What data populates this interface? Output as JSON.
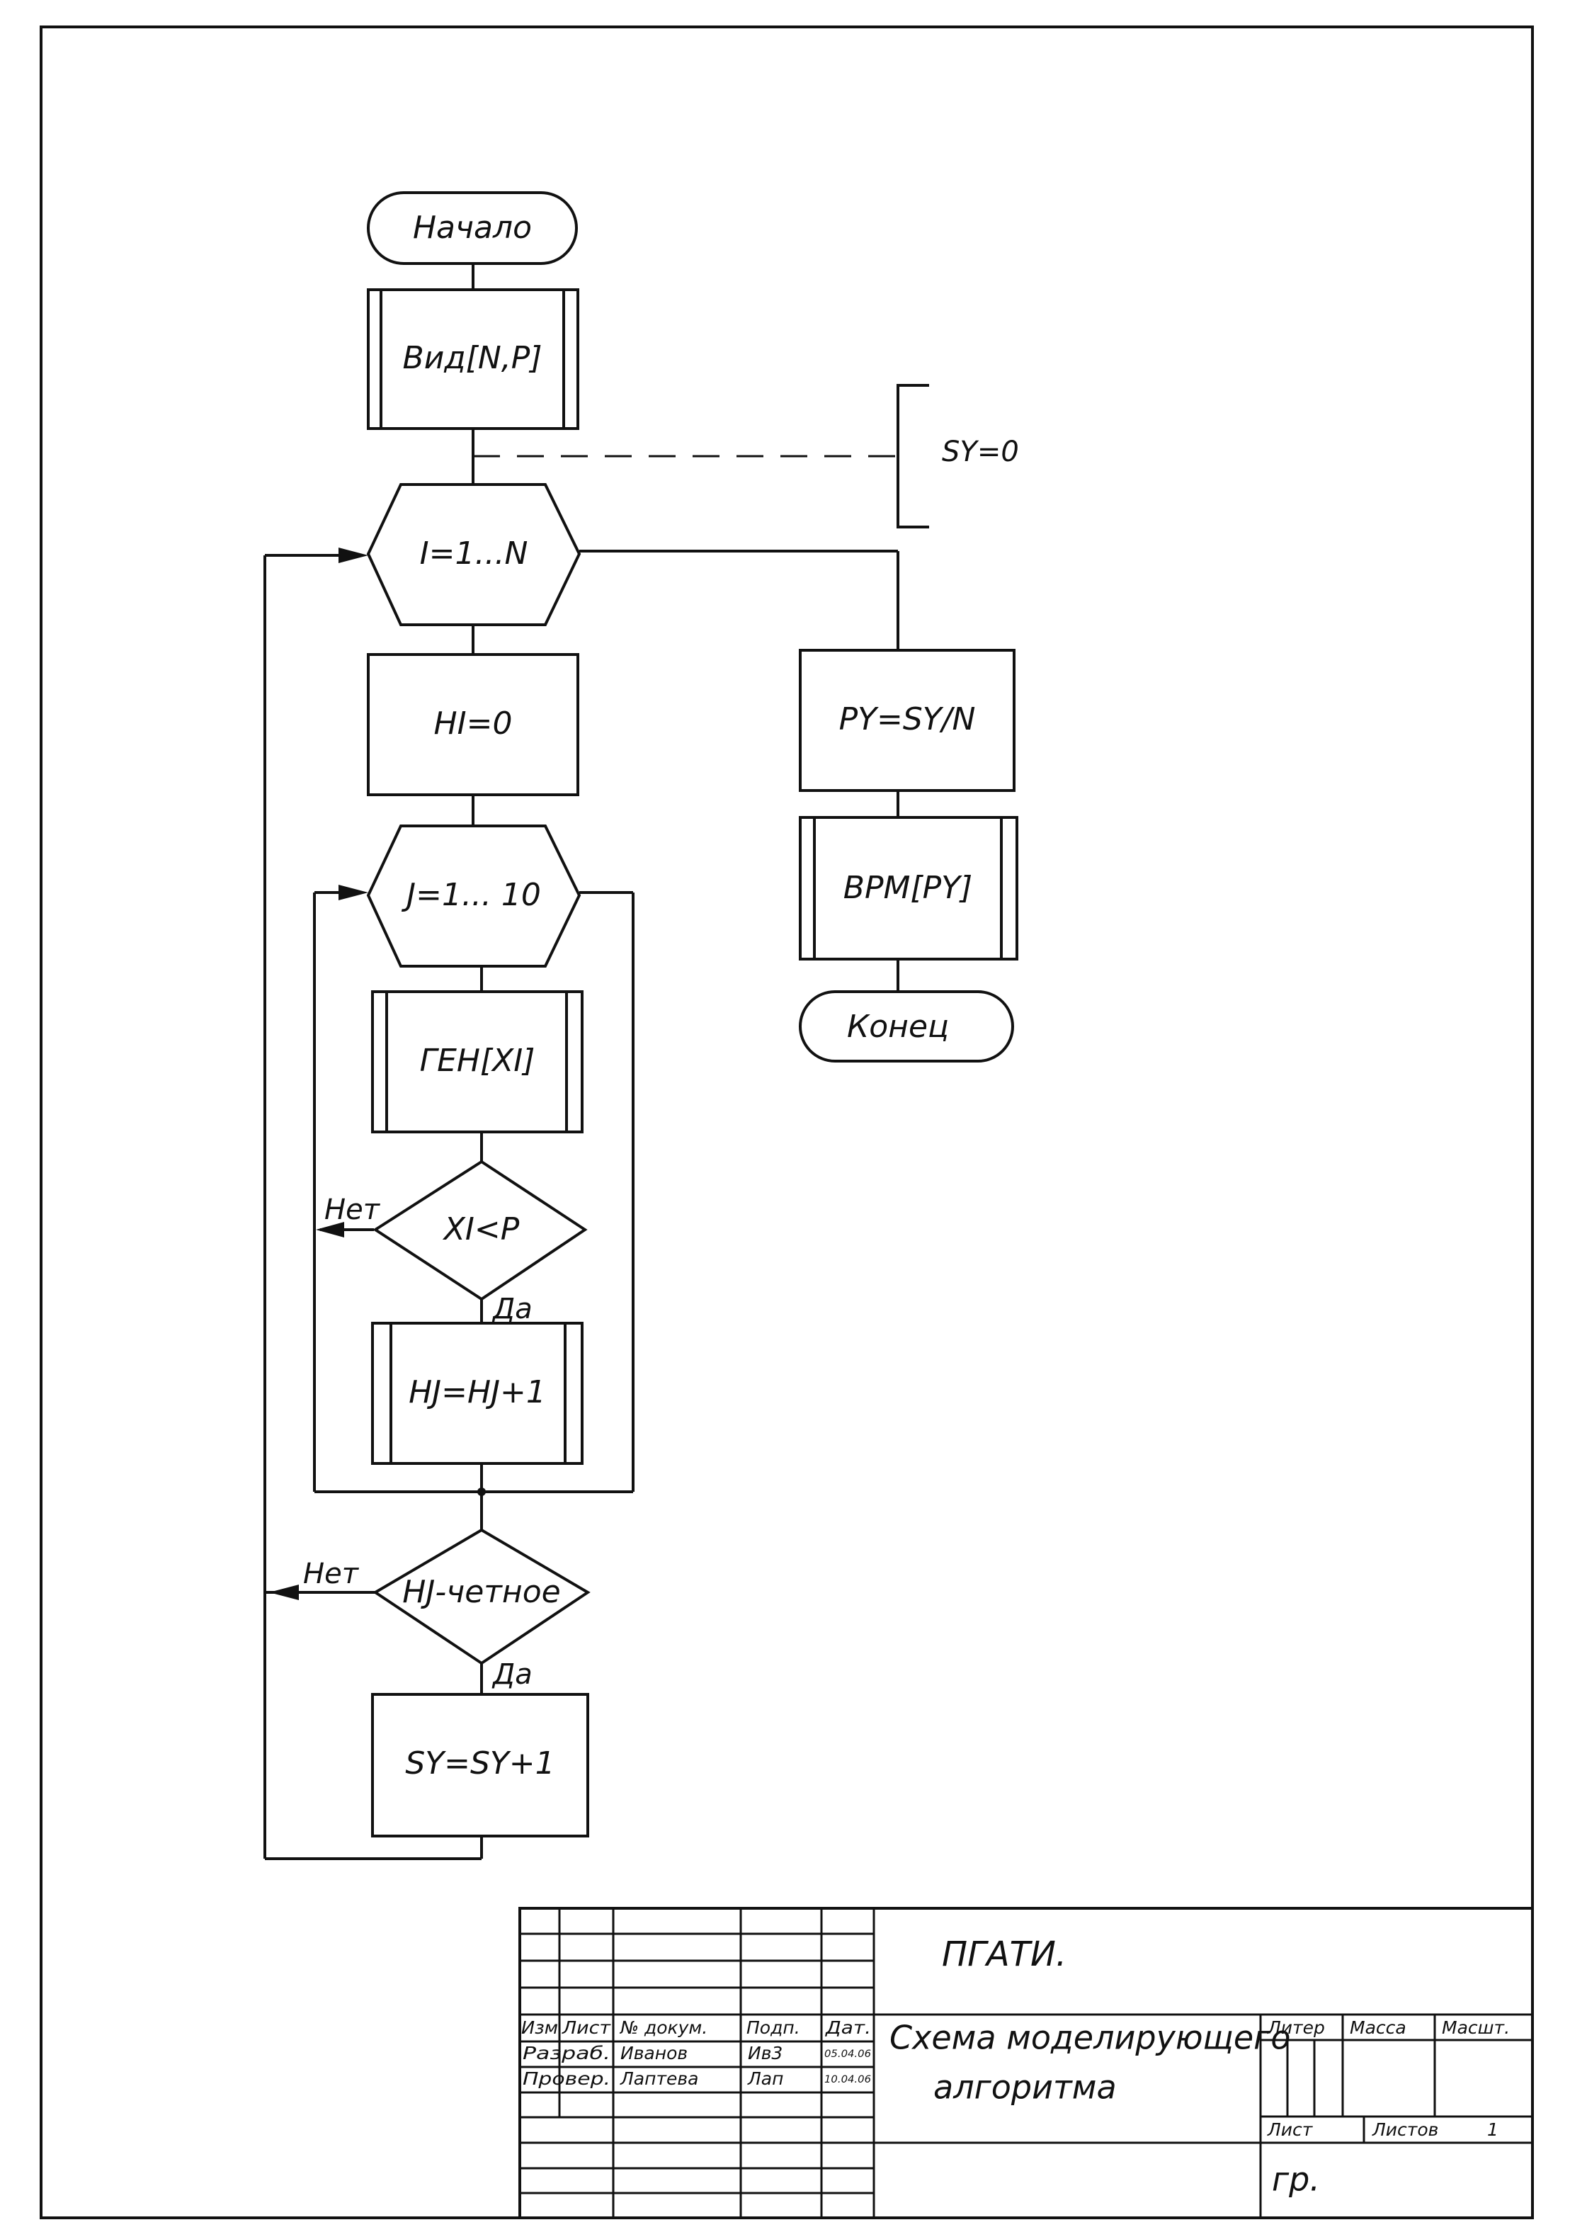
{
  "flowchart": {
    "start": "Начало",
    "input": "Вид[N,P]",
    "comment": "SY=0",
    "outer_loop": "I=1...N",
    "init_h": "HI=0",
    "inner_loop": "J=1... 10",
    "generate": "ГЕН[XI]",
    "cond1": "XI<P",
    "cond1_no": "Нет",
    "cond1_yes": "Да",
    "increment": "HJ=HJ+1",
    "cond2": "HJ-четное",
    "cond2_no": "Нет",
    "cond2_yes": "Да",
    "sum": "SY=SY+1",
    "compute": "PY=SY/N",
    "output": "ВРМ[PY]",
    "end": "Конец"
  },
  "title_block": {
    "org": "ПГАТИ.",
    "title_line1": "Схема моделирующего",
    "title_line2": "алгоритма",
    "head_izm": "Изм",
    "head_list": "Лист",
    "head_doc": "№ докум.",
    "head_sign": "Подп.",
    "head_date": "Дат.",
    "row1_role": "Разраб.",
    "row1_name": "Иванов",
    "row1_sign": "Ив3",
    "row1_date": "05.04.06",
    "row2_role": "Провер.",
    "row2_name": "Лаптева",
    "row2_sign": "Лап",
    "row2_date": "10.04.06",
    "liter": "Литер",
    "mass": "Масса",
    "scale": "Масшт.",
    "sheet": "Лист",
    "sheets": "Листов",
    "sheets_count": "1",
    "group": "гр."
  }
}
